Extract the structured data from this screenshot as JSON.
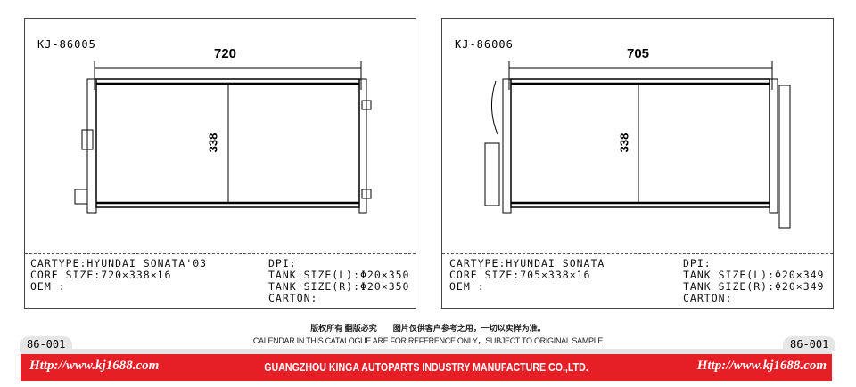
{
  "panels": [
    {
      "code": "KJ-86005",
      "width_dim": "720",
      "height_dim": "338",
      "cartype": "CARTYPE:HYUNDAI SONATA'03",
      "core_size": "CORE SIZE:720×338×16",
      "oem": "OEM :",
      "dpi": "DPI:",
      "tank_l": "TANK SIZE(L):Φ20×350",
      "tank_r": "TANK SIZE(R):Φ20×350",
      "carton": "CARTON:"
    },
    {
      "code": "KJ-86006",
      "width_dim": "705",
      "height_dim": "338",
      "cartype": "CARTYPE:HYUNDAI SONATA",
      "core_size": "CORE SIZE:705×338×16",
      "oem": "OEM :",
      "dpi": "DPI:",
      "tank_l": "TANK SIZE(L):Φ20×349",
      "tank_r": "TANK SIZE(R):Φ20×349",
      "carton": "CARTON:"
    }
  ],
  "notice": {
    "cn": "版权所有 翻版必究　　图片仅供客户参考之用，一切以实样为准。",
    "en": "CALENDAR IN THIS CATALOGUE ARE FOR REFERENCE ONLY，SUBJECT TO ORIGINAL SAMPLE"
  },
  "page_left": "86-001",
  "page_right": "86-001",
  "footer": {
    "url_left": "Http://www.kj1688.com",
    "company": "GUANGZHOU KINGA AUTOPARTS INDUSTRY MANUFACTURE CO.,LTD.",
    "url_right": "Http://www.kj1688.com"
  }
}
